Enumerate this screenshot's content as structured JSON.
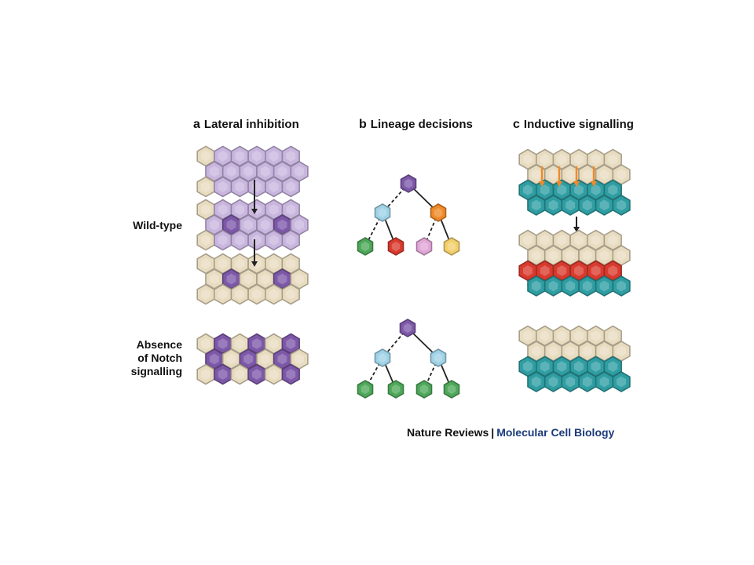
{
  "panels": {
    "a": {
      "letter": "a",
      "title": "Lateral inhibition"
    },
    "b": {
      "letter": "b",
      "title": "Lineage decisions"
    },
    "c": {
      "letter": "c",
      "title": "Inductive signalling"
    }
  },
  "rows": {
    "wild_type": {
      "label": "Wild-type"
    },
    "absence": {
      "label_lines": [
        "Absence",
        "of Notch",
        "signalling"
      ]
    }
  },
  "credit": {
    "publisher": "Nature Reviews",
    "separator": "|",
    "journal": "Molecular Cell Biology"
  },
  "colors": {
    "beige": "#e8dcc0",
    "lilac": "#c9b6df",
    "purple": "#7d58a8",
    "teal": "#2f9ea3",
    "red": "#d93a2e",
    "orange": "#f08a28",
    "lightblue": "#9fd2e6",
    "green": "#4fa85a",
    "pink": "#e0a6d6",
    "yellow": "#f3cf6c",
    "journal_blue": "#1a3a7a"
  },
  "icons": [
    "down-arrow-icon",
    "signal-arrow-icon"
  ]
}
